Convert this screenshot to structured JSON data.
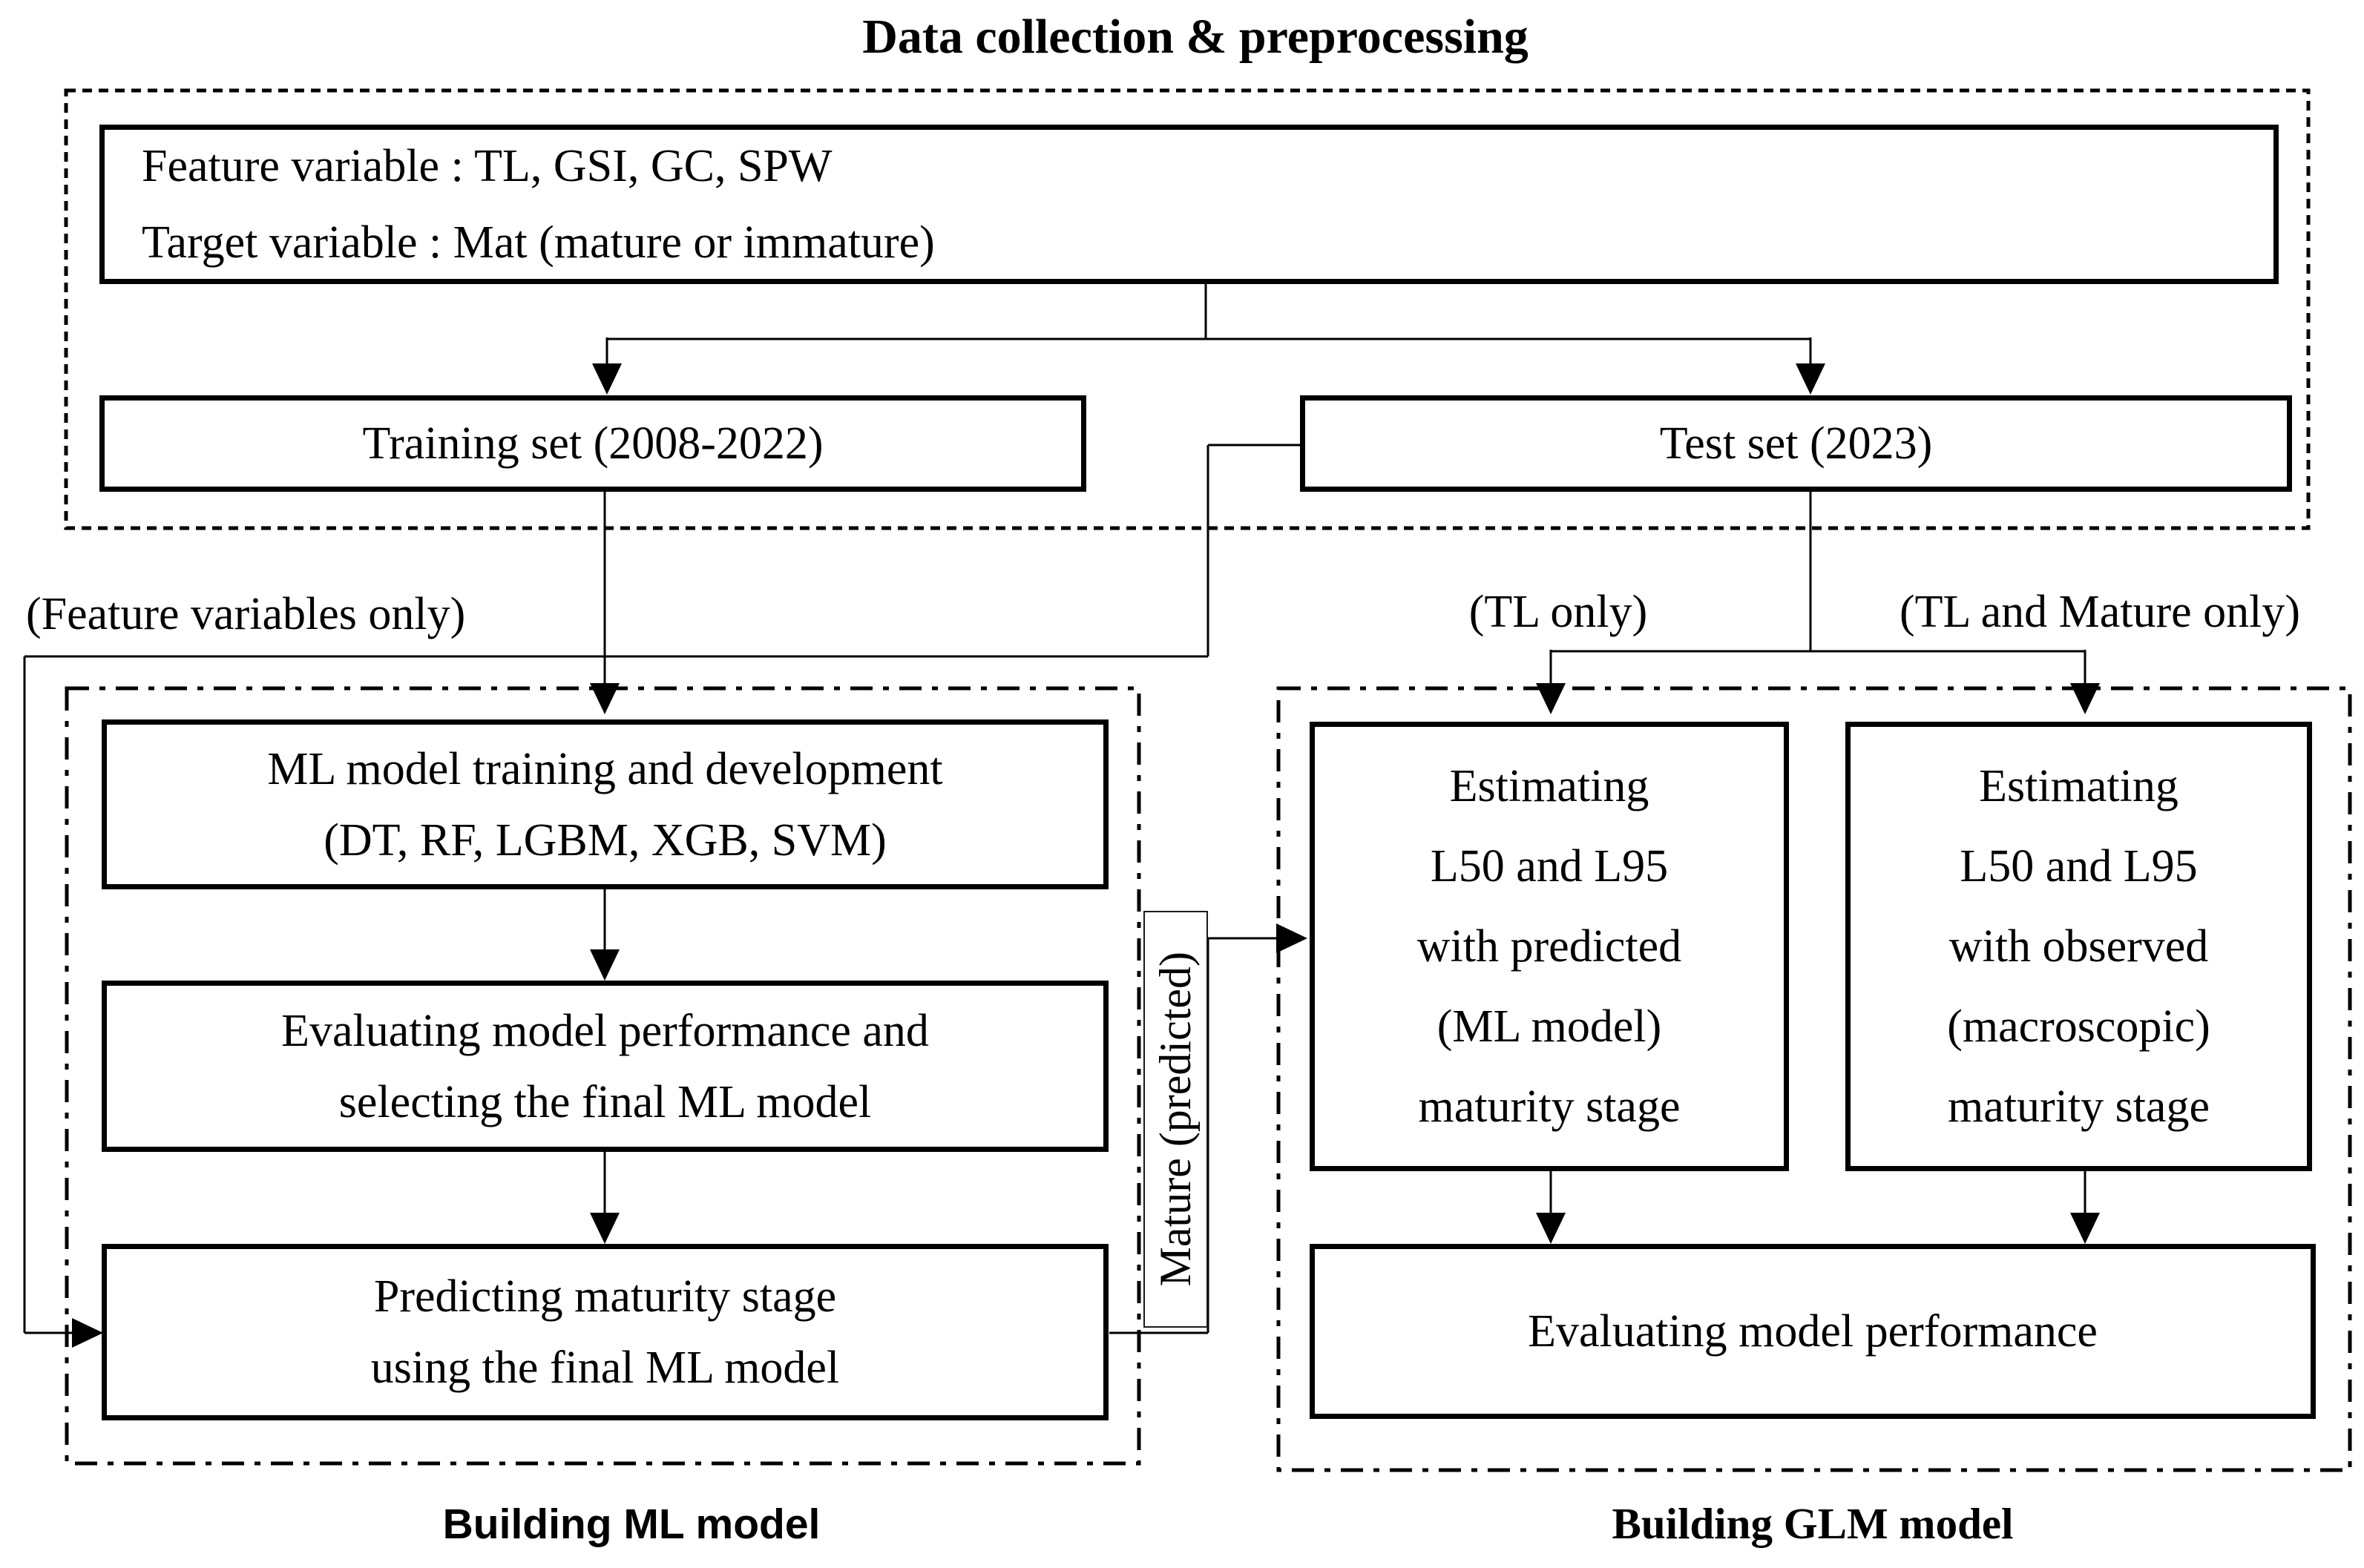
{
  "title": "Data collection & preprocessing",
  "sections": {
    "data_collection": {
      "feature_line": "Feature variable : TL, GSI, GC, SPW",
      "target_line": "Target variable : Mat (mature or immature)",
      "training_set": "Training set (2008-2022)",
      "test_set": "Test set (2023)"
    },
    "ml": {
      "train_box": [
        "ML model training and development",
        "(DT, RF, LGBM, XGB, SVM)"
      ],
      "eval_box": [
        "Evaluating model performance and",
        "selecting the final ML model"
      ],
      "predict_box": [
        "Predicting maturity stage",
        "using the final ML model"
      ],
      "caption": "Building ML model"
    },
    "glm": {
      "predicted_box": [
        "Estimating",
        "L50 and L95",
        "with predicted",
        "(ML model)",
        "maturity stage"
      ],
      "observed_box": [
        "Estimating",
        "L50 and L95",
        "with observed",
        "(macroscopic)",
        "maturity stage"
      ],
      "eval_box": "Evaluating model performance",
      "caption": "Building GLM model"
    }
  },
  "edge_labels": {
    "feature_variables_only": "(Feature variables only)",
    "tl_only": "(TL only)",
    "tl_and_mature_only": "(TL and Mature only)",
    "mature_predicted": "Mature (predicted)"
  },
  "colors": {
    "ink": "#000000",
    "background": "#ffffff"
  }
}
